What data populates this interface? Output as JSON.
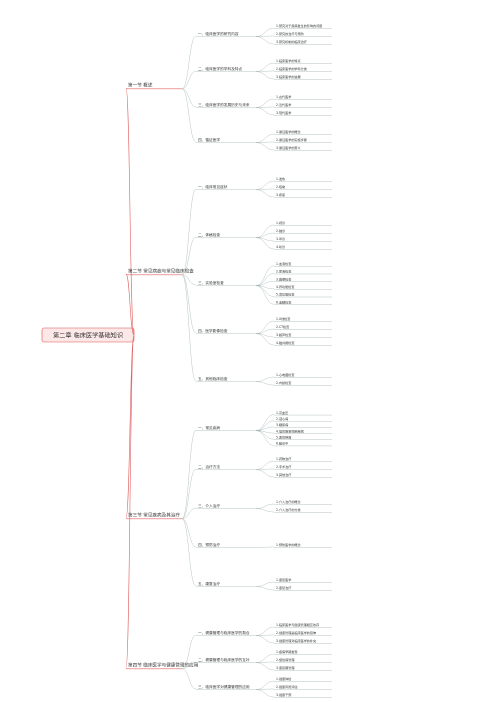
{
  "root": "第二章 临床医学基础知识",
  "sections": [
    {
      "label": "第一节 概述",
      "items": [
        {
          "label": "一、临床医学的研究内容",
          "subs": [
            "1.研究对于疾病发生的影响的问题",
            "2.研究的治疗与预防",
            "3.研究机制的临床治疗"
          ]
        },
        {
          "label": "二、临床医学的学科及特点",
          "subs": [
            "1.临床医学的特点",
            "2.临床医学的学科分类",
            "3.临床医学的进展"
          ]
        },
        {
          "label": "三、临床医学的发展历史与未来",
          "subs": [
            "1.古代医学",
            "2.近代医学",
            "3.现代医学"
          ]
        },
        {
          "label": "四、循证医学",
          "subs": [
            "1.循证医学的概念",
            "2.循证医学的实施步骤",
            "3.循证医学的意义"
          ]
        }
      ]
    },
    {
      "label": "第二节 常见病症与常见临床检查",
      "items": [
        {
          "label": "一、临床常见症状",
          "subs": [
            "1.发热",
            "2.咳嗽",
            "3.疼痛"
          ]
        },
        {
          "label": "二、体格检查",
          "subs": [
            "1.视诊",
            "2.触诊",
            "3.叩诊",
            "4.听诊"
          ]
        },
        {
          "label": "三、实验室检查",
          "subs": [
            "1.血液检查",
            "2.尿液检查",
            "3.粪便检查",
            "4.肝功能检查",
            "5.肾功能检查",
            "6.血糖检查"
          ]
        },
        {
          "label": "四、医学影像检查",
          "subs": [
            "1.X线检查",
            "2.CT检查",
            "3.超声检查",
            "4.磁共振检查"
          ]
        },
        {
          "label": "五、其他临床检查",
          "subs": [
            "1.心电图检查",
            "2.内镜检查"
          ]
        }
      ]
    },
    {
      "label": "第三节 常见疾病及其治疗",
      "items": [
        {
          "label": "一、常见疾病",
          "subs": [
            "1.高血压",
            "2.冠心病",
            "3.糖尿病",
            "4.慢性阻塞性肺疾病",
            "5.恶性肿瘤",
            "6.脑卒中"
          ]
        },
        {
          "label": "二、治疗方法",
          "subs": [
            "1.药物治疗",
            "2.手术治疗",
            "3.其他治疗"
          ]
        },
        {
          "label": "三、介入治疗",
          "subs": [
            "1.介入治疗的概念",
            "2.介入治疗的分类"
          ]
        },
        {
          "label": "四、预防治疗",
          "subs": [
            "1.预防医学的概念"
          ]
        },
        {
          "label": "五、康复治疗",
          "subs": [
            "1.康复医学",
            "2.康复治疗"
          ]
        }
      ]
    },
    {
      "label": "第四节 临床医学与健康管理的应用",
      "items": [
        {
          "label": "一、健康管理与临床医学的契合",
          "subs": [
            "1.临床医学与健康管理相互依存",
            "2.健康管理是临床医学的延伸",
            "3.健康管理对临床医学的补充"
          ]
        },
        {
          "label": "二、健康管理与临床医学的互补",
          "subs": [
            "1.疾病早期发现",
            "2.慢性病管理",
            "3.康复期管理"
          ]
        },
        {
          "label": "三、临床医学对健康管理的应用",
          "subs": [
            "1.健康体检",
            "2.健康风险评估",
            "3.健康干预"
          ]
        }
      ]
    }
  ]
}
